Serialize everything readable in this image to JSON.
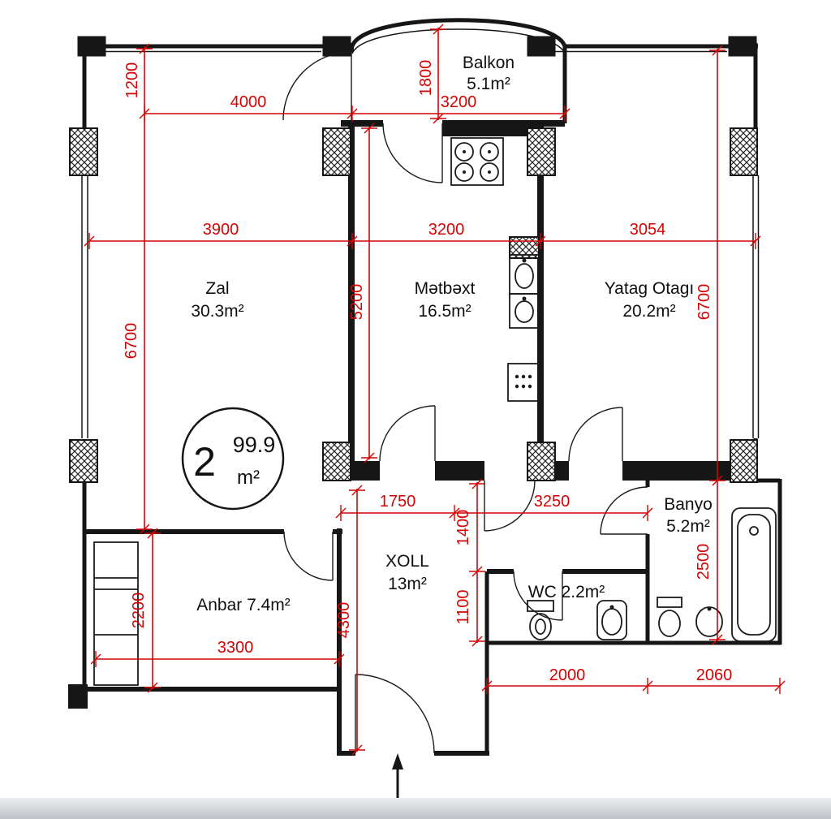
{
  "colors": {
    "wall": "#161616",
    "dimension": "#d40404",
    "background": "#ffffff"
  },
  "badge": {
    "number": "2",
    "area": "99.9",
    "unit": "m²"
  },
  "rooms": {
    "balkon": {
      "name": "Balkon",
      "area": "5.1m²"
    },
    "zal": {
      "name": "Zal",
      "area": "30.3m²"
    },
    "metbext": {
      "name": "Mətbəxt",
      "area": "16.5m²"
    },
    "yatag": {
      "name": "Yatag Otagı",
      "area": "20.2m²"
    },
    "xoll": {
      "name": "XOLL",
      "area": "13m²"
    },
    "anbar": {
      "label": "Anbar 7.4m²"
    },
    "wc": {
      "label": "WC 2.2m²"
    },
    "banyo": {
      "name": "Banyo",
      "area": "5.2m²"
    }
  },
  "dimensions": {
    "top_offset": "1200",
    "zal_top": "4000",
    "balkon_width": "3200",
    "balkon_depth": "1800",
    "zal_width": "3900",
    "kitchen_width": "3200",
    "bedroom_width": "3054",
    "zal_height": "6700",
    "kitchen_height": "5200",
    "bedroom_height": "6700",
    "hall_top_left": "1750",
    "hall_top_right": "3250",
    "hall_arm_height": "1400",
    "wc_height": "1100",
    "banyo_height": "2500",
    "anbar_height": "2200",
    "anbar_width": "3300",
    "hall_height": "4300",
    "wc_width": "2000",
    "banyo_width": "2060"
  },
  "icons": [
    "stove-icon",
    "kitchen-sink-icon",
    "washer-icon",
    "vent-shaft-icon",
    "wc-toilet-icon",
    "wc-basin-icon",
    "banyo-toilet-icon",
    "banyo-basin-icon",
    "bathtub-icon",
    "wardrobe-icon",
    "entry-arrow-icon"
  ]
}
